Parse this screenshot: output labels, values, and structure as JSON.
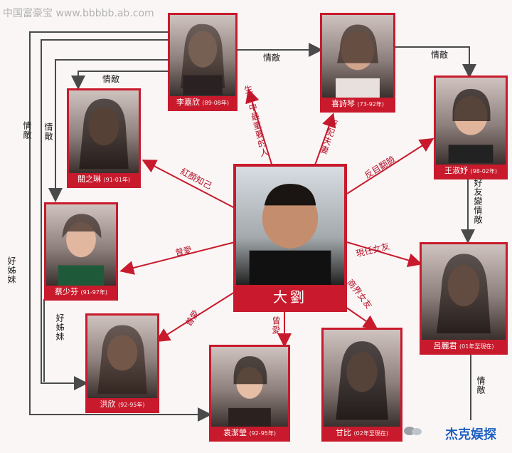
{
  "watermark_top": "中国富豪宝 www.bbbbb.ab.com",
  "watermark_bottom": "杰克娱探",
  "center": {
    "name": "大劉"
  },
  "people": [
    {
      "key": "li",
      "name": "李嘉欣",
      "dates": "(89-08年)"
    },
    {
      "key": "yu",
      "name": "喜詩琴",
      "dates": "(73-92年)"
    },
    {
      "key": "guan",
      "name": "關之琳",
      "dates": "(91-01年)"
    },
    {
      "key": "wang",
      "name": "王淑妤",
      "dates": "(98-02年)"
    },
    {
      "key": "cai",
      "name": "蔡少芬",
      "dates": "(91-97年)"
    },
    {
      "key": "lv",
      "name": "呂麗君",
      "dates": "(01年至現在)"
    },
    {
      "key": "hong",
      "name": "洪欣",
      "dates": "(92-95年)"
    },
    {
      "key": "yuan",
      "name": "袁潔瑩",
      "dates": "(92-95年)"
    },
    {
      "key": "gan",
      "name": "甘比",
      "dates": "(02年至現在)"
    }
  ],
  "labels": {
    "qingdi_top": "情敵",
    "qingdi_right": "情敵",
    "qingdi_guan": "情敵",
    "qingdi_left1": "情敵",
    "qingdi_left2": "情敵",
    "haojiemei_far": "好姊妹",
    "haojiemei_cai": "好姊妹",
    "haoyou_bian": "好友變情敵",
    "qingdi_lv": "情敵",
    "li_rel": "生命中最重要的人",
    "yu_rel": "原配夫妻",
    "guan_rel": "紅顏知己",
    "wang_rel": "反目翻臉",
    "cai_rel": "曾愛",
    "lv_rel": "現任女友",
    "hong_rel": "曾愛",
    "yuan_rel": "曾愛",
    "gan_rel": "商界女友"
  }
}
